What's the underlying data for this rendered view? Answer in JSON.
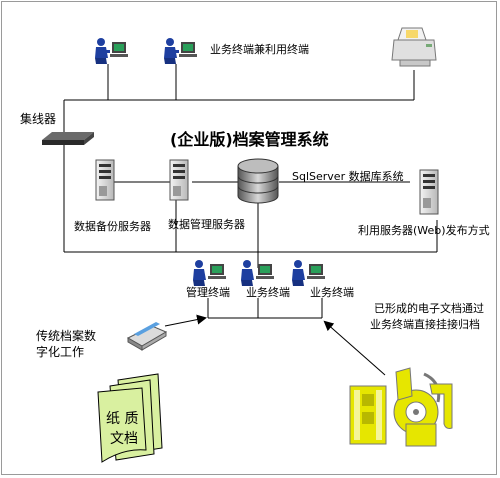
{
  "labels": {
    "top_terminals": "业务终端兼利用终端",
    "hub": "集线器",
    "title": "(企业版)档案管理系统",
    "db_system": "SqlServer 数据库系统",
    "backup_server": "数据备份服务器",
    "mgmt_server": "数据管理服务器",
    "web_server": "利用服务器(Web)发布方式",
    "term_mgmt": "管理终端",
    "term_biz_1": "业务终端",
    "term_biz_2": "业务终端",
    "digitize_line1": "传统档案数",
    "digitize_line2": "字化工作",
    "archive_line1": "已形成的电子文档通过",
    "archive_line2": "业务终端直接挂接归档",
    "paper_line1": "纸  质",
    "paper_line2": "文档"
  },
  "colors": {
    "line": "#000000",
    "paper_fill": "#d9f0a0",
    "media_fill": "#e6e600",
    "user_blue": "#1e3fa0",
    "monitor_screen": "#2aa05a"
  },
  "icons": {
    "user": "computer-user-icon",
    "printer": "printer-icon",
    "hub": "network-hub-icon",
    "server": "server-tower-icon",
    "database": "database-cylinder-icon",
    "scanner": "scanner-icon",
    "documents": "paper-documents-icon",
    "media": "multimedia-files-icon"
  }
}
